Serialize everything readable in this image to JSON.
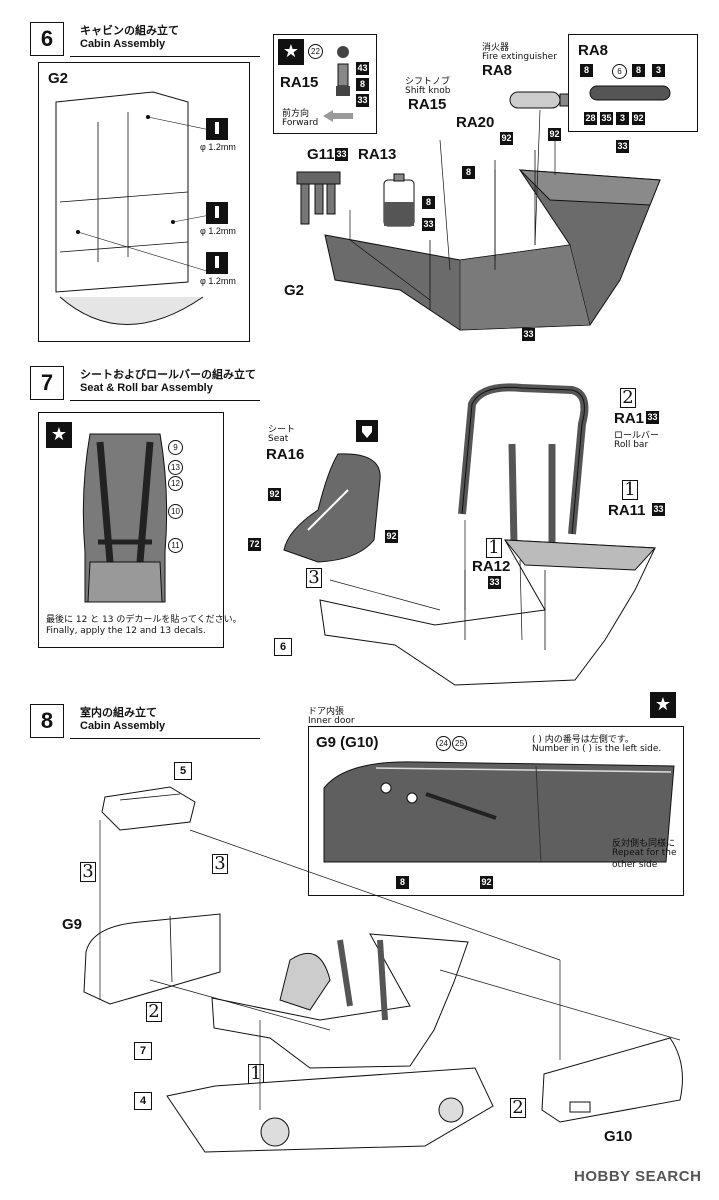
{
  "steps": [
    {
      "num": "6",
      "jp": "キャビンの組み立て",
      "en": "Cabin Assembly"
    },
    {
      "num": "7",
      "jp": "シートおよびロールバーの組み立て",
      "en": "Seat & Roll bar Assembly"
    },
    {
      "num": "8",
      "jp": "室内の組み立て",
      "en": "Cabin Assembly"
    }
  ],
  "step6": {
    "g2_box_label": "G2",
    "drill": [
      "φ 1.2mm",
      "φ 1.2mm",
      "φ 1.2mm"
    ],
    "ra15_box": {
      "label": "RA15",
      "forward_jp": "前方向",
      "forward_en": "Forward",
      "c1": "22",
      "c2": "43",
      "c3": "8",
      "c4": "33"
    },
    "shift_jp": "シフトノブ",
    "shift_en": "Shift knob",
    "shift_part": "RA15",
    "fire_jp": "消火器",
    "fire_en": "Fire extinguisher",
    "fire_part": "RA8",
    "ra8_box": {
      "label": "RA8",
      "c": [
        "8",
        "6",
        "8",
        "3",
        "28",
        "35",
        "3",
        "92"
      ]
    },
    "ra20": "RA20",
    "ra20_c1": "92",
    "ra20_c2": "8",
    "g11": "G11",
    "g11_c": "33",
    "ra13": "RA13",
    "ra13_c1": "8",
    "ra13_c2": "33",
    "c92": "92",
    "c33a": "33",
    "c33b": "33",
    "g2": "G2"
  },
  "step7": {
    "decal_note_jp": "最後に 12 と 13 のデカールを貼ってください。",
    "decal_note_en": "Finally, apply the 12 and 13 decals.",
    "seat_callouts": [
      "9",
      "13",
      "12",
      "10",
      "11"
    ],
    "seat_jp": "シート",
    "seat_en": "Seat",
    "seat_part": "RA16",
    "seat_c1": "92",
    "seat_c2": "72",
    "seat_c3": "92",
    "rollbar_jp": "ロールバー",
    "rollbar_en": "Roll bar",
    "ra1": "RA1",
    "ra1_c": "33",
    "ra11": "RA11",
    "ra11_c": "33",
    "ra12": "RA12",
    "ra12_c": "33",
    "seq2": "2",
    "seq1a": "1",
    "seq1b": "1",
    "seq3": "3",
    "base": "6"
  },
  "step8": {
    "inner_door_jp": "ドア内張",
    "inner_door_en": "Inner door",
    "g9g10": "G9 (G10)",
    "decal": "24",
    "decal_alt": "25",
    "left_note_jp": "( ) 内の番号は左側です。",
    "left_note_en": "Number in ( ) is the left side.",
    "repeat_jp": "反対側も同様に",
    "repeat_en1": "Repeat for the",
    "repeat_en2": "other side",
    "c8": "8",
    "c92": "92",
    "part5": "5",
    "part7": "7",
    "part4": "4",
    "g9": "G9",
    "g10": "G10",
    "seq3a": "3",
    "seq3b": "3",
    "seq2a": "2",
    "seq1": "1",
    "seq2b": "2"
  },
  "watermark": "HOBBY SEARCH"
}
